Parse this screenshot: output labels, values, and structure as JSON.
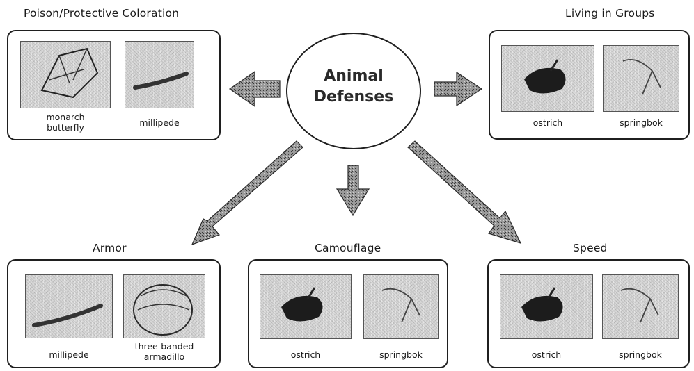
{
  "center": {
    "line1": "Animal",
    "line2": "Defenses"
  },
  "groups": {
    "poison": {
      "title": "Poison/Protective Coloration",
      "items": [
        {
          "caption_line1": "monarch",
          "caption_line2": "butterfly"
        },
        {
          "caption_line1": "millipede",
          "caption_line2": ""
        }
      ]
    },
    "living_in_groups": {
      "title": "Living in Groups",
      "items": [
        {
          "caption_line1": "ostrich",
          "caption_line2": ""
        },
        {
          "caption_line1": "springbok",
          "caption_line2": ""
        }
      ]
    },
    "armor": {
      "title": "Armor",
      "items": [
        {
          "caption_line1": "millipede",
          "caption_line2": ""
        },
        {
          "caption_line1": "three-banded",
          "caption_line2": "armadillo"
        }
      ]
    },
    "camouflage": {
      "title": "Camouflage",
      "items": [
        {
          "caption_line1": "ostrich",
          "caption_line2": ""
        },
        {
          "caption_line1": "springbok",
          "caption_line2": ""
        }
      ]
    },
    "speed": {
      "title": "Speed",
      "items": [
        {
          "caption_line1": "ostrich",
          "caption_line2": ""
        },
        {
          "caption_line1": "springbok",
          "caption_line2": ""
        }
      ]
    }
  },
  "colors": {
    "arrow_fill": "#8a8a8a",
    "arrow_stroke": "#2b2b2b",
    "border": "#1f1f1f"
  }
}
